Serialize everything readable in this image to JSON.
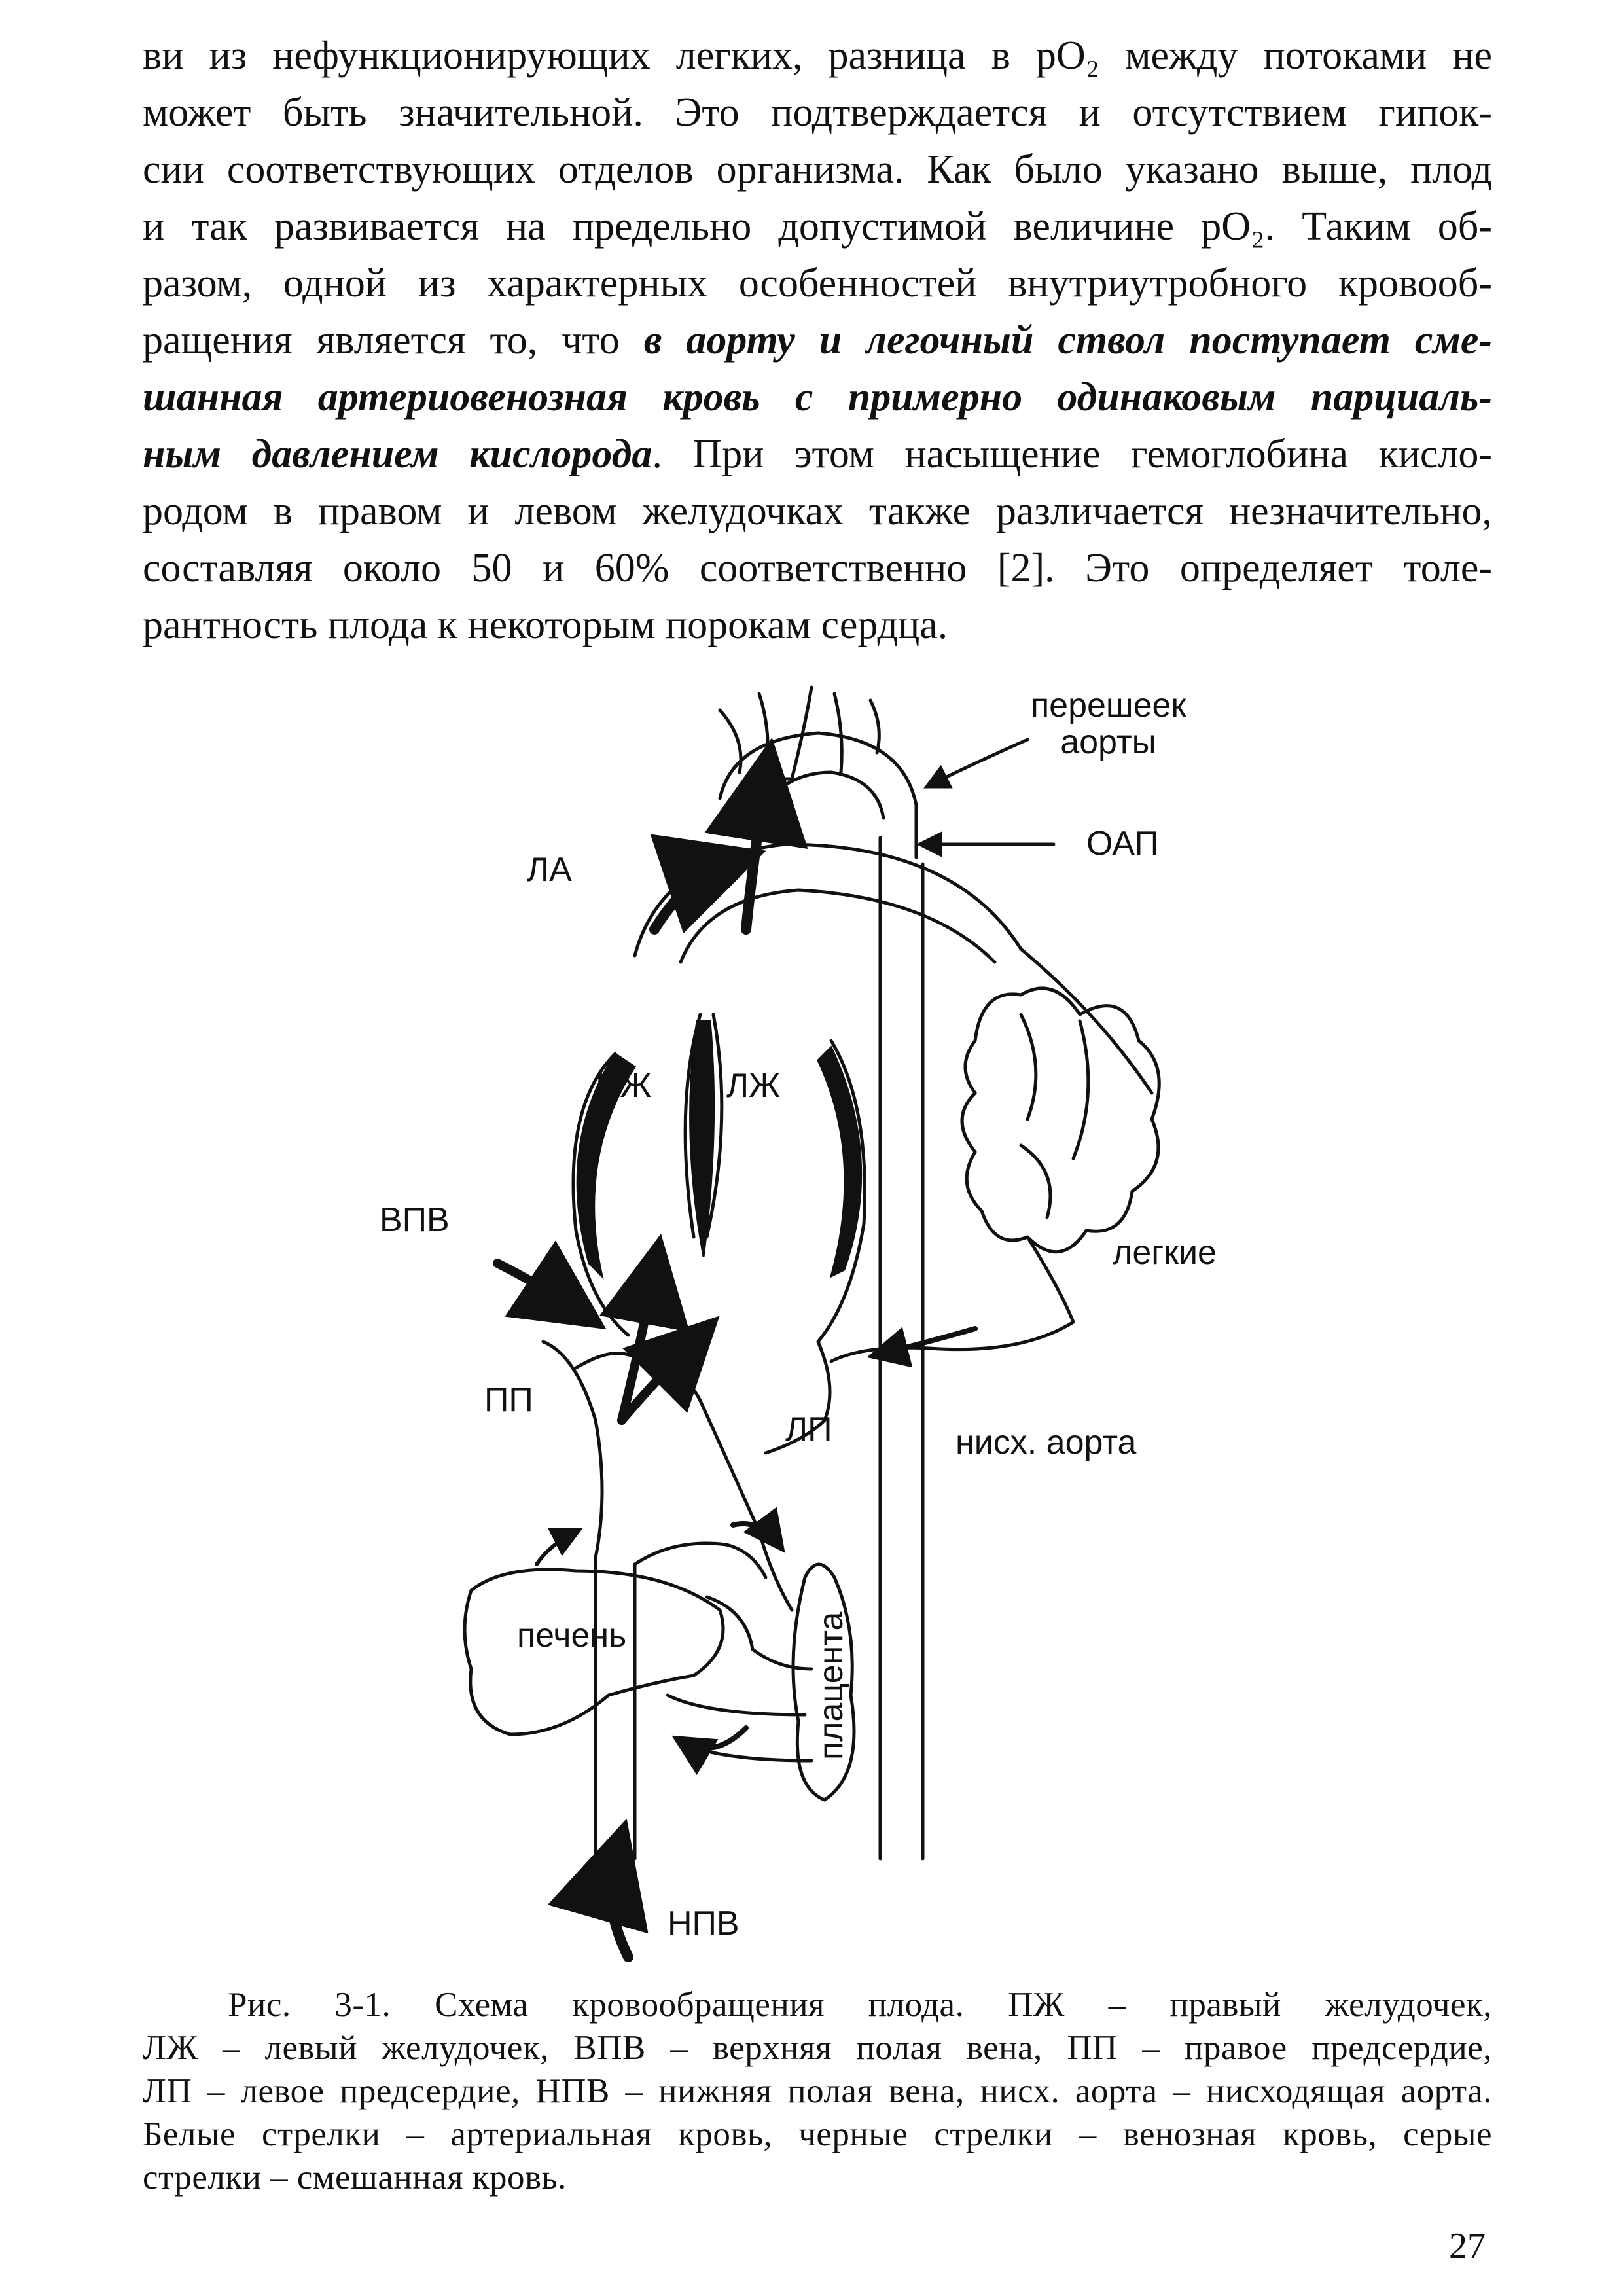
{
  "body": {
    "lines": [
      "ви из нефункционирующих легких, разница в рО₂ между потоками не",
      "может быть значительной. Это подтверждается и отсутствием гипок-",
      "сии соответствующих отделов организма. Как было указано выше, плод",
      "и так развивается на предельно допустимой величине рО₂. Таким об-",
      "разом, одной из характерных особенностей внутриутробного кровооб-"
    ],
    "line6_prefix": "ращения является то, что ",
    "line6_emph": "в аорту и легочный ствол поступает сме-",
    "line7_emph": "шанная артериовенозная кровь с примерно одинаковым парциаль-",
    "line8_emph": "ным давлением кислорода",
    "line8_suffix": ". При этом насыщение гемоглобина кисло-",
    "lines_after": [
      "родом в правом и левом желудочках также различается незначительно,",
      "составляя около 50 и 60% соответственно [2]. Это определяет толе-",
      "рантность плода к некоторым порокам сердца."
    ]
  },
  "figure": {
    "labels": {
      "isthmus": "перешеек\nаорты",
      "oap": "ОАП",
      "la": "ЛА",
      "rv": "ПЖ",
      "lv": "ЛЖ",
      "svc": "ВПВ",
      "lungs": "легкие",
      "ra": "ПП",
      "lp": "ЛП",
      "desc_aorta": "нисх. аорта",
      "liver": "печень",
      "placenta": "плацента",
      "ivc": "НПВ"
    }
  },
  "caption": {
    "line1": "Рис. 3-1. Схема кровообращения плода. ПЖ – правый желудочек,",
    "line2": "ЛЖ – левый желудочек, ВПВ – верхняя полая вена, ПП – правое предсердие,",
    "line3": "ЛП – левое предсердие, НПВ – нижняя полая вена, нисх. аорта – нисходящая аорта.",
    "line4": "Белые стрелки – артериальная кровь, черные стрелки – венозная кровь, серые",
    "line5": "стрелки – смешанная кровь."
  },
  "page_number": "27"
}
